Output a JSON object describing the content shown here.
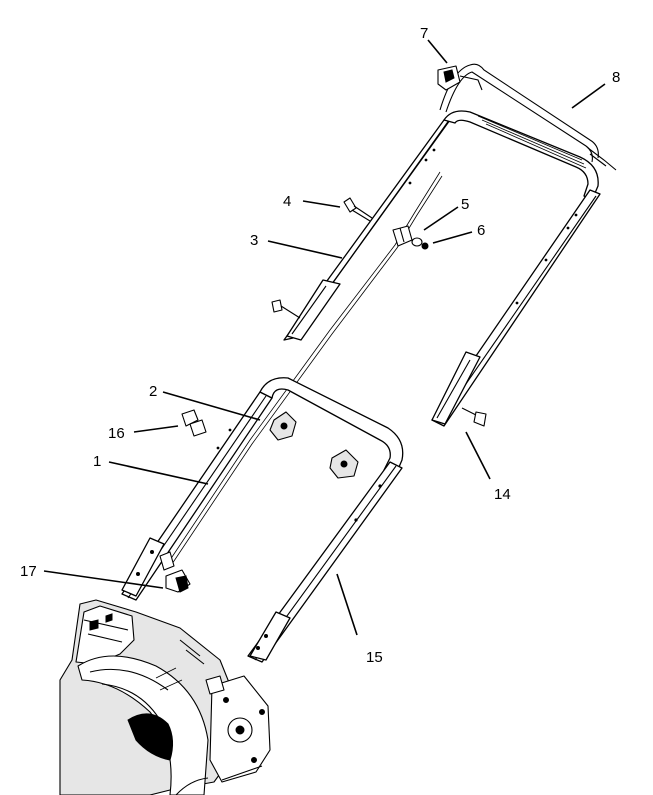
{
  "diagram": {
    "labels": [
      {
        "id": "1",
        "text": "1"
      },
      {
        "id": "2",
        "text": "2"
      },
      {
        "id": "3",
        "text": "3"
      },
      {
        "id": "4",
        "text": "4"
      },
      {
        "id": "5",
        "text": "5"
      },
      {
        "id": "6",
        "text": "6"
      },
      {
        "id": "7",
        "text": "7"
      },
      {
        "id": "8",
        "text": "8"
      },
      {
        "id": "14",
        "text": "14"
      },
      {
        "id": "15",
        "text": "15"
      },
      {
        "id": "16",
        "text": "16"
      },
      {
        "id": "17",
        "text": "17"
      }
    ]
  }
}
